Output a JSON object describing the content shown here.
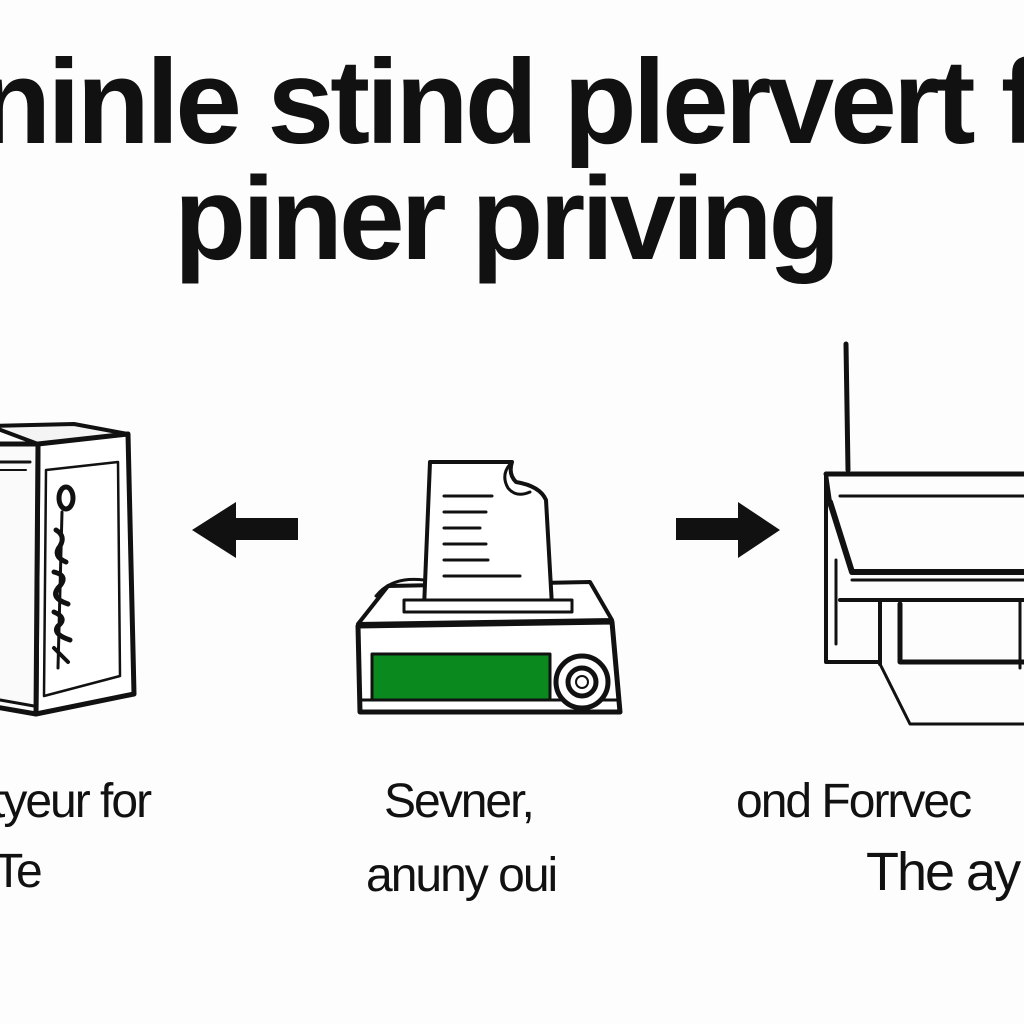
{
  "title": {
    "line1": "ninle stind plervert fo",
    "line2": "piner priving"
  },
  "captions": {
    "left": {
      "line1": "tyeur for",
      "line2": "Te"
    },
    "middle": {
      "line1": "Sevner,",
      "line2": "anuny oui"
    },
    "right": {
      "line1": "ond Forrvec",
      "line2": "The ay"
    }
  },
  "icons": {
    "left": "server-cabinet-icon",
    "middle": "printer-icon",
    "right": "scanner-device-icon",
    "arrow_left": "arrow-left-icon",
    "arrow_right": "arrow-right-icon"
  },
  "colors": {
    "ink": "#111111",
    "printer_panel": "#0a8a1e",
    "background": "#fdfdfd"
  }
}
